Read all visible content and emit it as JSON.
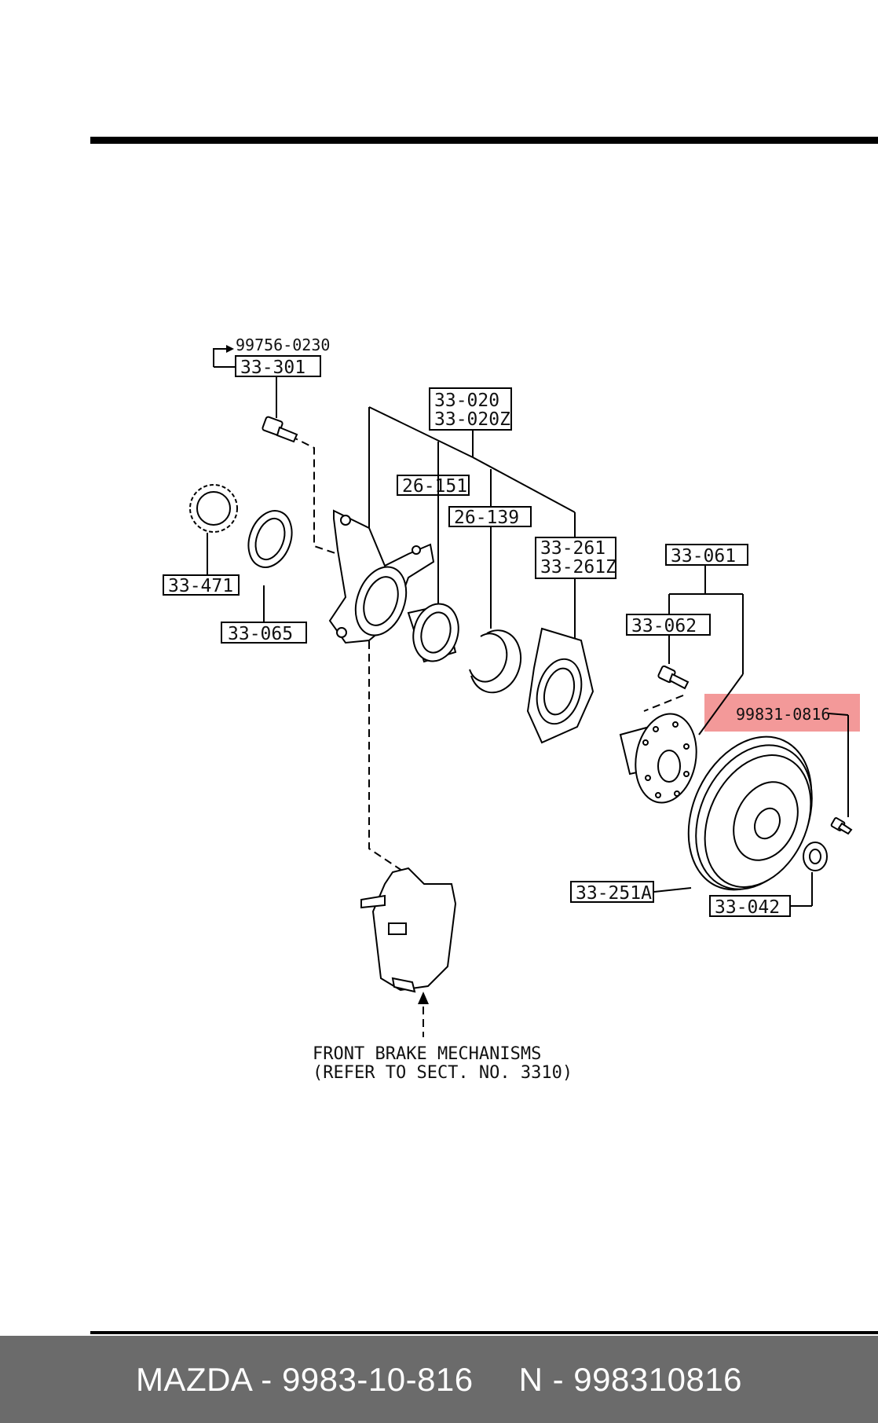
{
  "diagram": {
    "part_labels": {
      "p99756": "99756-0230",
      "p33_301": "33-301",
      "p33_020": "33-020",
      "p33_020z": "33-020Z",
      "p26_151": "26-151",
      "p26_139": "26-139",
      "p33_261": "33-261",
      "p33_261z": "33-261Z",
      "p33_471": "33-471",
      "p33_065": "33-065",
      "p33_061": "33-061",
      "p33_062": "33-062",
      "p99831": "99831-0816",
      "p33_251a": "33-251A",
      "p33_042": "33-042"
    },
    "note_line1": "FRONT BRAKE MECHANISMS",
    "note_line2": "(REFER TO SECT. NO. 3310)",
    "highlight_color": "#f08080"
  },
  "footer": {
    "brand_part": "MAZDA - 9983-10-816",
    "n_part": "N - 998310816"
  }
}
